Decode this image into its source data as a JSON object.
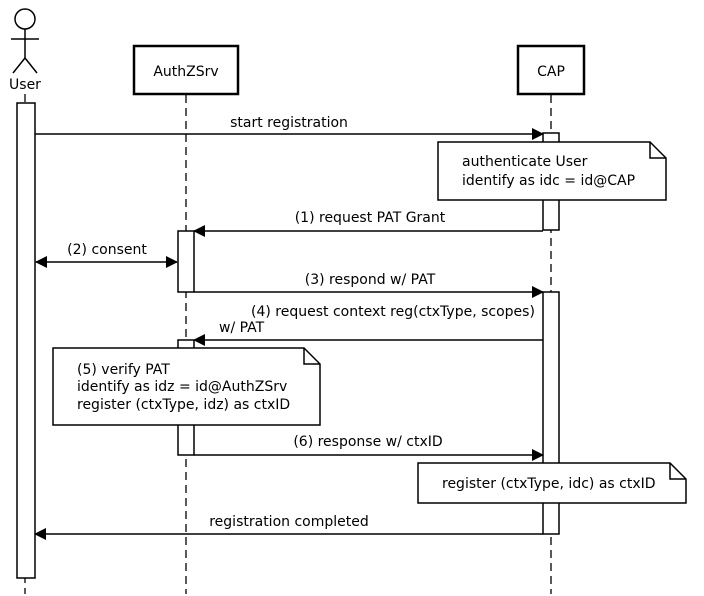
{
  "participants": {
    "user": "User",
    "authz": "AuthZSrv",
    "cap": "CAP"
  },
  "messages": {
    "m1": "start registration",
    "m2": "(1) request PAT Grant",
    "m3": "(2) consent",
    "m4": "(3) respond w/ PAT",
    "m5_line1": "(4) request context reg(ctxType, scopes)",
    "m5_line2": "w/ PAT",
    "m6": "(6)  response w/ ctxID",
    "m7": "registration completed"
  },
  "notes": {
    "cap_auth": [
      "authenticate User",
      "identify as idc = id@CAP"
    ],
    "authz_verify": [
      "(5) verify PAT",
      "identify as idz = id@AuthZSrv",
      "register (ctxType, idz) as ctxID"
    ],
    "cap_register": [
      "register (ctxType, idc) as ctxID"
    ]
  }
}
